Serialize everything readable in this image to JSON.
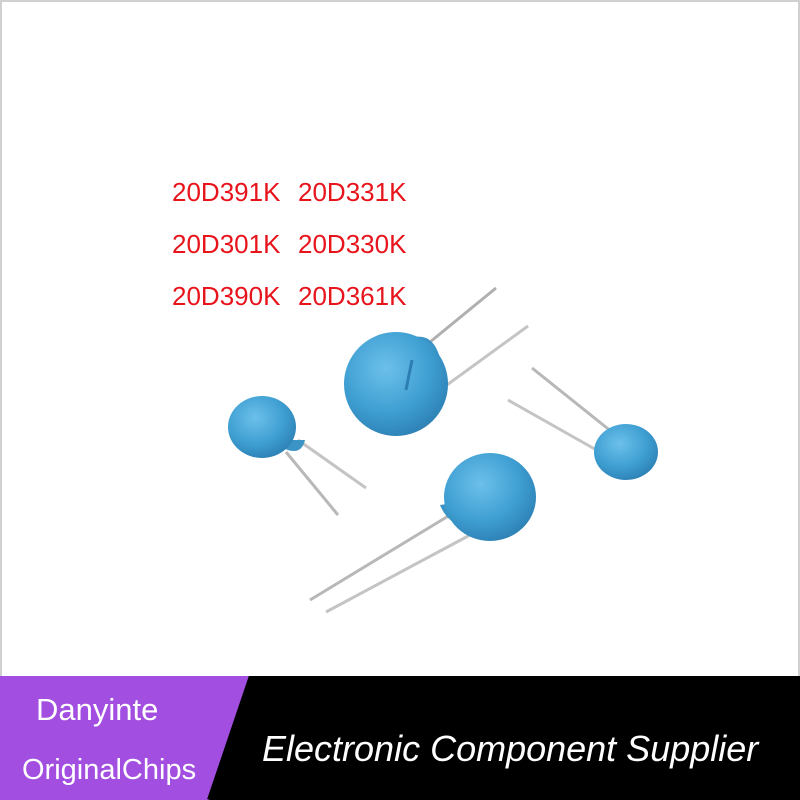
{
  "models": {
    "rows": [
      [
        "20D391K",
        "20D331K"
      ],
      [
        "20D301K",
        "20D330K"
      ],
      [
        "20D390K",
        "20D361K"
      ]
    ]
  },
  "banner": {
    "brand_name": "Danyinte",
    "brand_sub": "OriginalChips",
    "tagline": "Electronic Component Supplier"
  },
  "colors": {
    "model_text": "#e8141c",
    "varistor_blue": "#3f9fd2",
    "banner_purple": "#a24ee0",
    "banner_black": "#000000"
  }
}
